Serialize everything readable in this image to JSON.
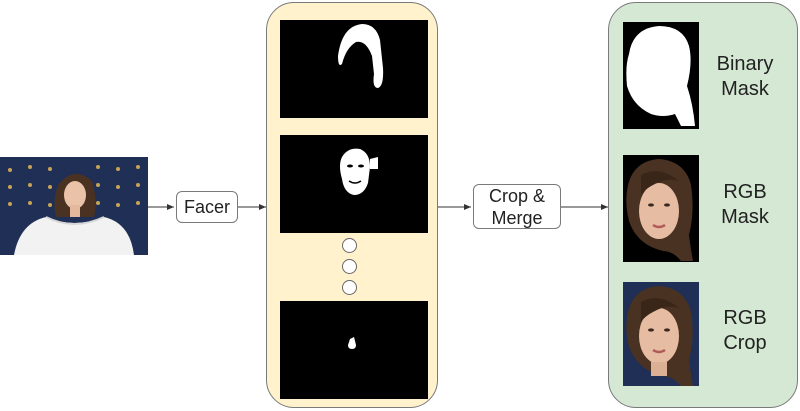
{
  "nodes": {
    "facer": "Facer",
    "crop_merge": "Crop &\nMerge"
  },
  "outputs": [
    {
      "line1": "Binary",
      "line2": "Mask"
    },
    {
      "line1": "RGB",
      "line2": "Mask"
    },
    {
      "line1": "RGB",
      "line2": "Crop"
    }
  ],
  "colors": {
    "mask_panel": "#fff2cc",
    "output_panel": "#d5e8d4",
    "backdrop": "#1f2f55"
  }
}
